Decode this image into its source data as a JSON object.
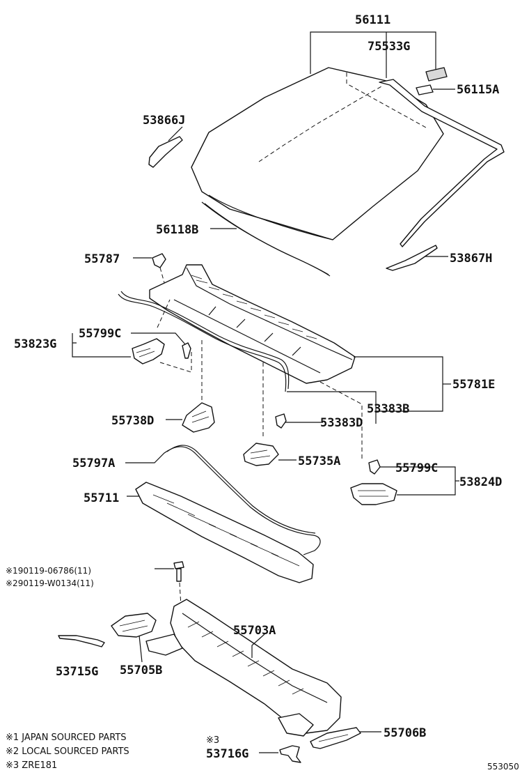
{
  "labels": {
    "p56111": "56111",
    "p75533G": "75533G",
    "p56115A": "56115A",
    "p53866J": "53866J",
    "p56118B": "56118B",
    "p55787": "55787",
    "p53867H": "53867H",
    "p55799C_left": "55799C",
    "p53823G": "53823G",
    "p55781E": "55781E",
    "p53383B": "53383B",
    "p55738D": "55738D",
    "p53383D": "53383D",
    "p55797A": "55797A",
    "p55735A": "55735A",
    "p55799C_right": "55799C",
    "p53824D": "53824D",
    "p55711": "55711",
    "bolt1": "※190119-06786(11)",
    "bolt2": "※290119-W0134(11)",
    "p55703A": "55703A",
    "p53715G": "53715G",
    "p55705B": "55705B",
    "p55706B": "55706B",
    "note3_mark": "※3",
    "p53716G": "53716G"
  },
  "notes": {
    "n1": "※1 JAPAN SOURCED PARTS",
    "n2": "※2 LOCAL SOURCED PARTS",
    "n3": "※3 ZRE181"
  },
  "diagram_code": "553050"
}
